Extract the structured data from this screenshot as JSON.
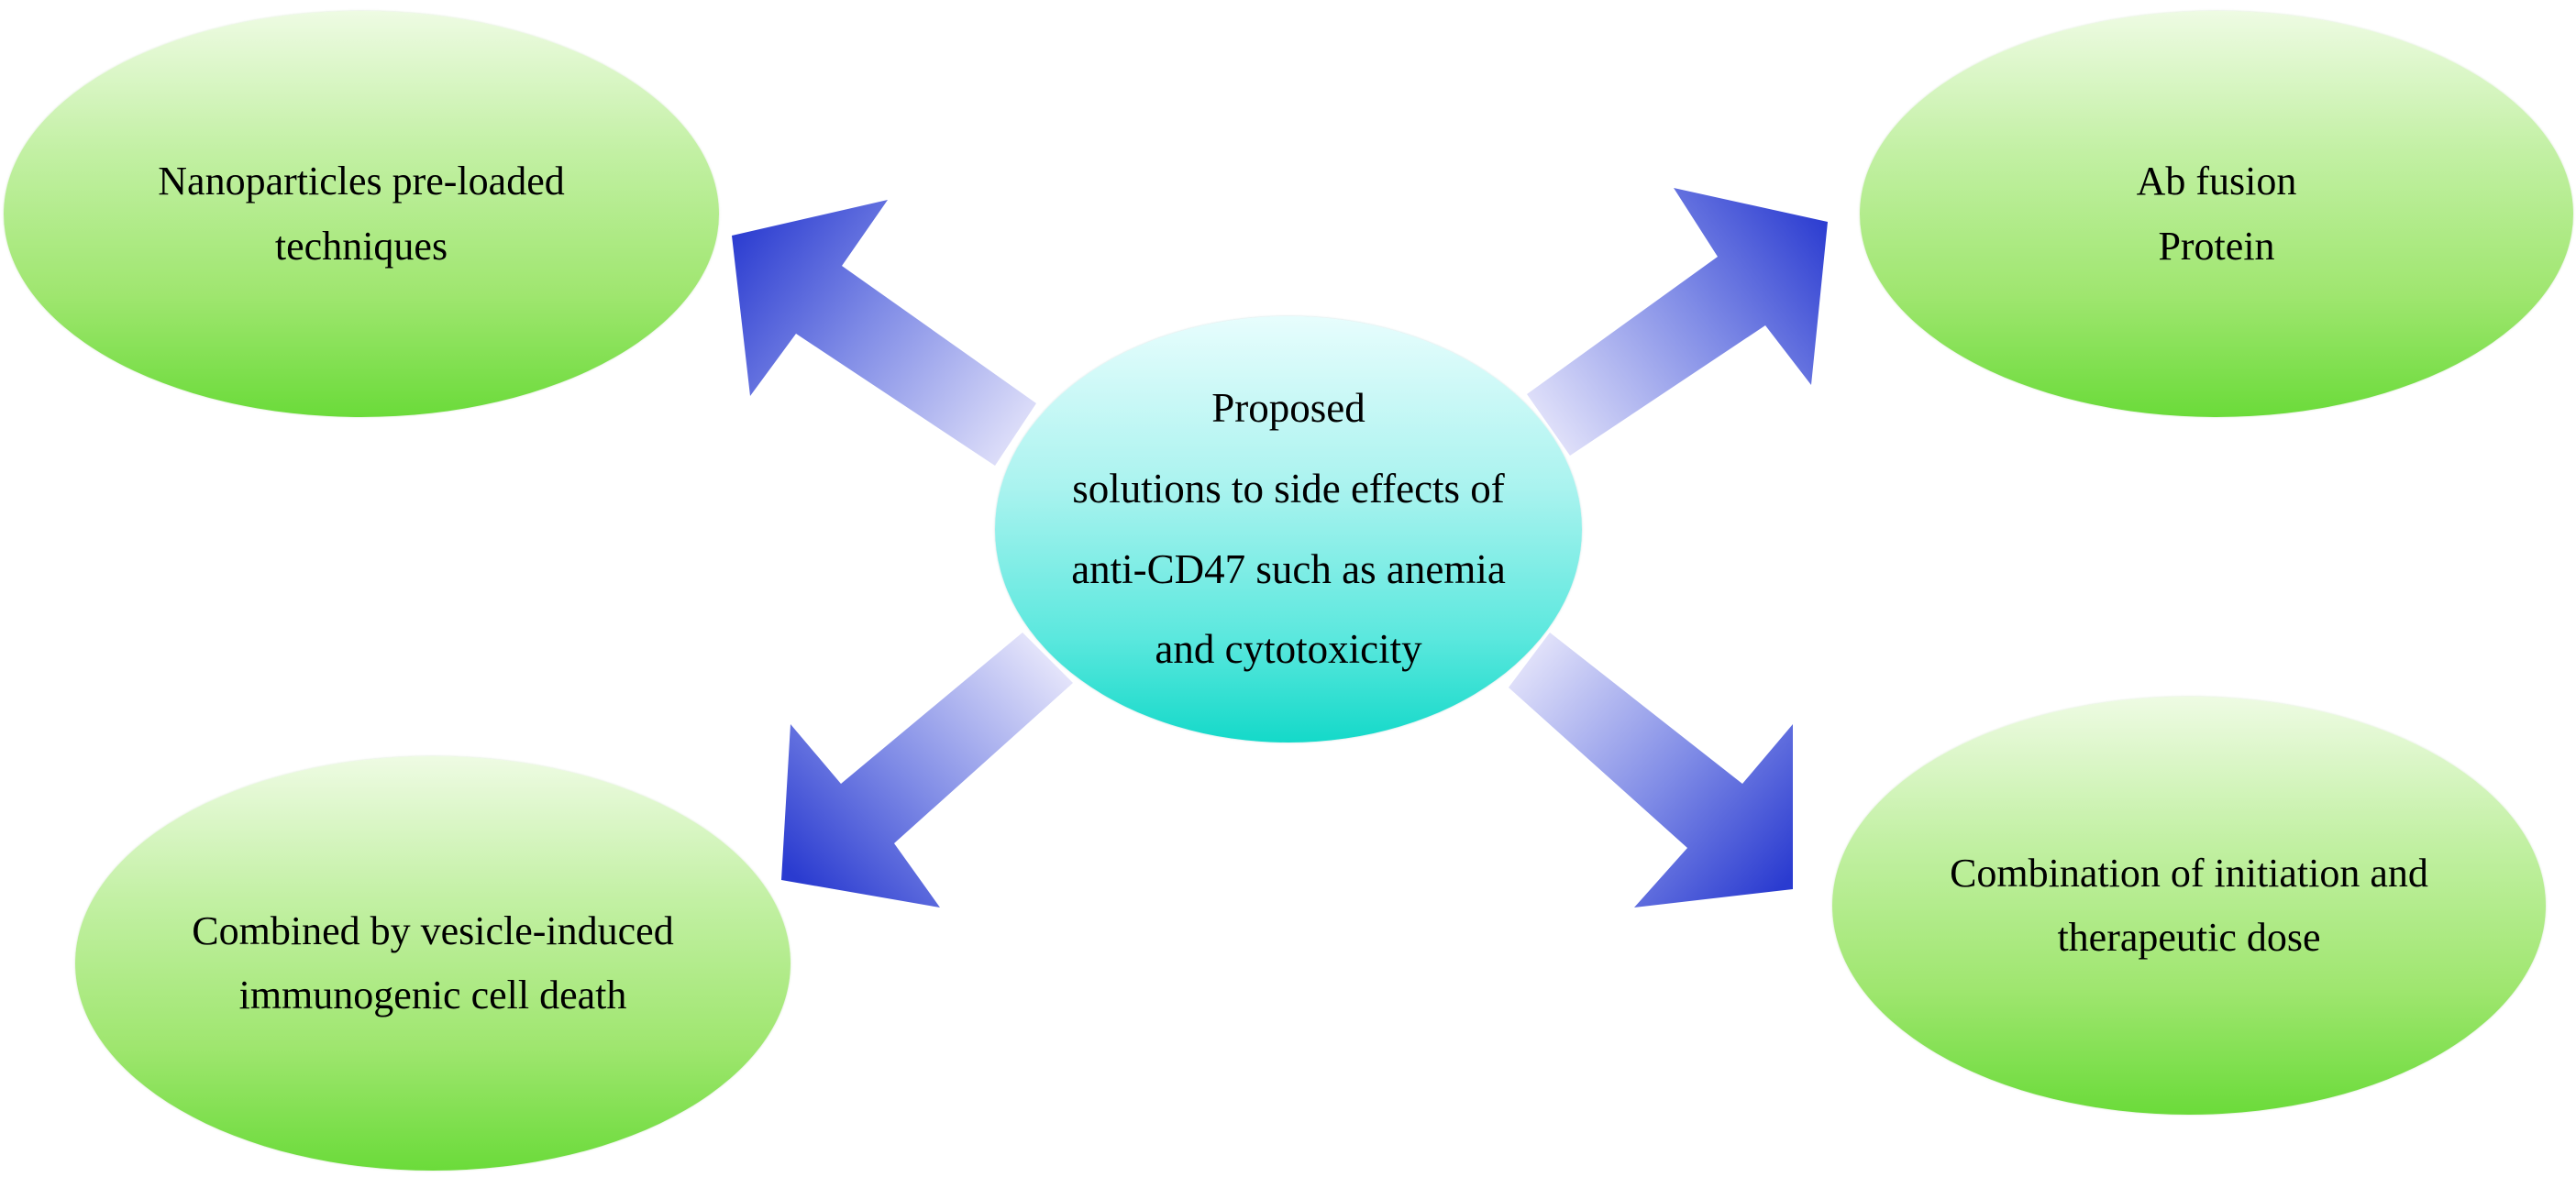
{
  "diagram": {
    "center": {
      "text": "Proposed\nsolutions to side effects of\nanti-CD47 such as anemia\nand cytotoxicity"
    },
    "nodes": {
      "top_left": {
        "text": "Nanoparticles pre-loaded\ntechniques"
      },
      "top_right": {
        "text": "Ab fusion\nProtein"
      },
      "bottom_left": {
        "text": "Combined by vesicle-induced\nimmunogenic cell death"
      },
      "bottom_right": {
        "text": "Combination of initiation and\ntherapeutic dose"
      }
    },
    "colors": {
      "outer_node": "#8fe35f",
      "center_node": "#3fe3d6",
      "arrow_light": "#dcdcf7",
      "arrow_dark": "#2a3bd0"
    }
  }
}
